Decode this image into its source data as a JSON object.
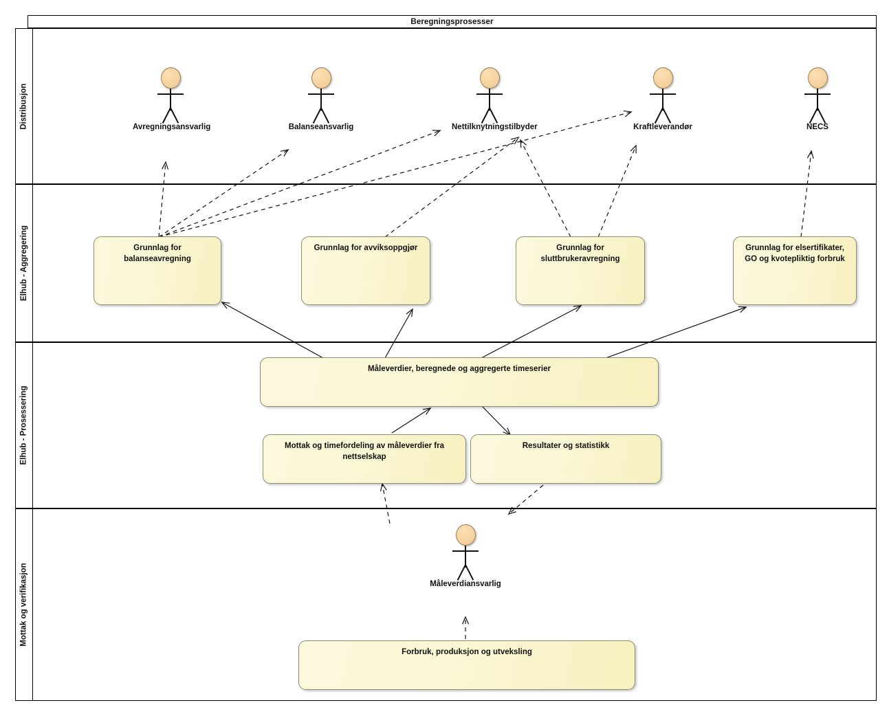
{
  "diagram": {
    "title": "Beregningsprosesser",
    "type": "uml-swimlane-usecase",
    "accent_fill": "#fbf7d6",
    "actor_fill": "#f6d3a0",
    "line_color": "#111111"
  },
  "lanes": [
    {
      "id": "distribusjon",
      "label": "Distribusjon"
    },
    {
      "id": "aggregering",
      "label": "Elhub - Aggregering"
    },
    {
      "id": "prosessering",
      "label": "Elhub - Prosessering"
    },
    {
      "id": "verifikasjon",
      "label": "Mottak og verifikasjon"
    }
  ],
  "actors": [
    {
      "id": "avregningsansvarlig",
      "label": "Avregningsansvarlig",
      "lane": "distribusjon"
    },
    {
      "id": "balanseansvarlig",
      "label": "Balanseansvarlig",
      "lane": "distribusjon"
    },
    {
      "id": "nettilknytningstilbyder",
      "label": "Nettilknytningstilbyder",
      "lane": "distribusjon"
    },
    {
      "id": "kraftleverandor",
      "label": "Kraftleverandør",
      "lane": "distribusjon"
    },
    {
      "id": "necs",
      "label": "NECS",
      "lane": "distribusjon"
    },
    {
      "id": "maleverdiansvarlig",
      "label": "Måleverdiansvarlig",
      "lane": "verifikasjon"
    }
  ],
  "nodes": [
    {
      "id": "balanseavregning",
      "label": "Grunnlag for balanseavregning",
      "lane": "aggregering"
    },
    {
      "id": "avviksoppgjor",
      "label": "Grunnlag for avviksoppgjør",
      "lane": "aggregering"
    },
    {
      "id": "sluttbruker",
      "label": "Grunnlag for sluttbrukeravregning",
      "lane": "aggregering"
    },
    {
      "id": "elsertifikater",
      "label": "Grunnlag for elsertifikater, GO og kvotepliktig forbruk",
      "lane": "aggregering"
    },
    {
      "id": "maleverdier",
      "label": "Måleverdier, beregnede og aggregerte timeserier",
      "lane": "prosessering"
    },
    {
      "id": "mottak",
      "label": "Mottak og timefordeling av måleverdier fra nettselskap",
      "lane": "prosessering"
    },
    {
      "id": "resultater",
      "label": "Resultater og statistikk",
      "lane": "prosessering"
    },
    {
      "id": "forbruk",
      "label": "Forbruk, produksjon og utveksling",
      "lane": "verifikasjon"
    }
  ],
  "edges": [
    {
      "from": "balanseavregning",
      "to": "avregningsansvarlig",
      "style": "dashed"
    },
    {
      "from": "balanseavregning",
      "to": "balanseansvarlig",
      "style": "dashed"
    },
    {
      "from": "balanseavregning",
      "to": "nettilknytningstilbyder",
      "style": "dashed"
    },
    {
      "from": "balanseavregning",
      "to": "kraftleverandor",
      "style": "dashed"
    },
    {
      "from": "avviksoppgjor",
      "to": "nettilknytningstilbyder",
      "style": "dashed"
    },
    {
      "from": "sluttbruker",
      "to": "nettilknytningstilbyder",
      "style": "dashed"
    },
    {
      "from": "sluttbruker",
      "to": "kraftleverandor",
      "style": "dashed"
    },
    {
      "from": "elsertifikater",
      "to": "necs",
      "style": "dashed"
    },
    {
      "from": "maleverdier",
      "to": "balanseavregning",
      "style": "solid"
    },
    {
      "from": "maleverdier",
      "to": "avviksoppgjor",
      "style": "solid"
    },
    {
      "from": "maleverdier",
      "to": "sluttbruker",
      "style": "solid"
    },
    {
      "from": "maleverdier",
      "to": "elsertifikater",
      "style": "solid"
    },
    {
      "from": "mottak",
      "to": "maleverdier",
      "style": "solid"
    },
    {
      "from": "maleverdier",
      "to": "resultater",
      "style": "solid"
    },
    {
      "from": "maleverdiansvarlig",
      "to": "mottak",
      "style": "dashed"
    },
    {
      "from": "resultater",
      "to": "maleverdiansvarlig",
      "style": "dashed"
    },
    {
      "from": "forbruk",
      "to": "maleverdiansvarlig",
      "style": "dashed"
    }
  ]
}
